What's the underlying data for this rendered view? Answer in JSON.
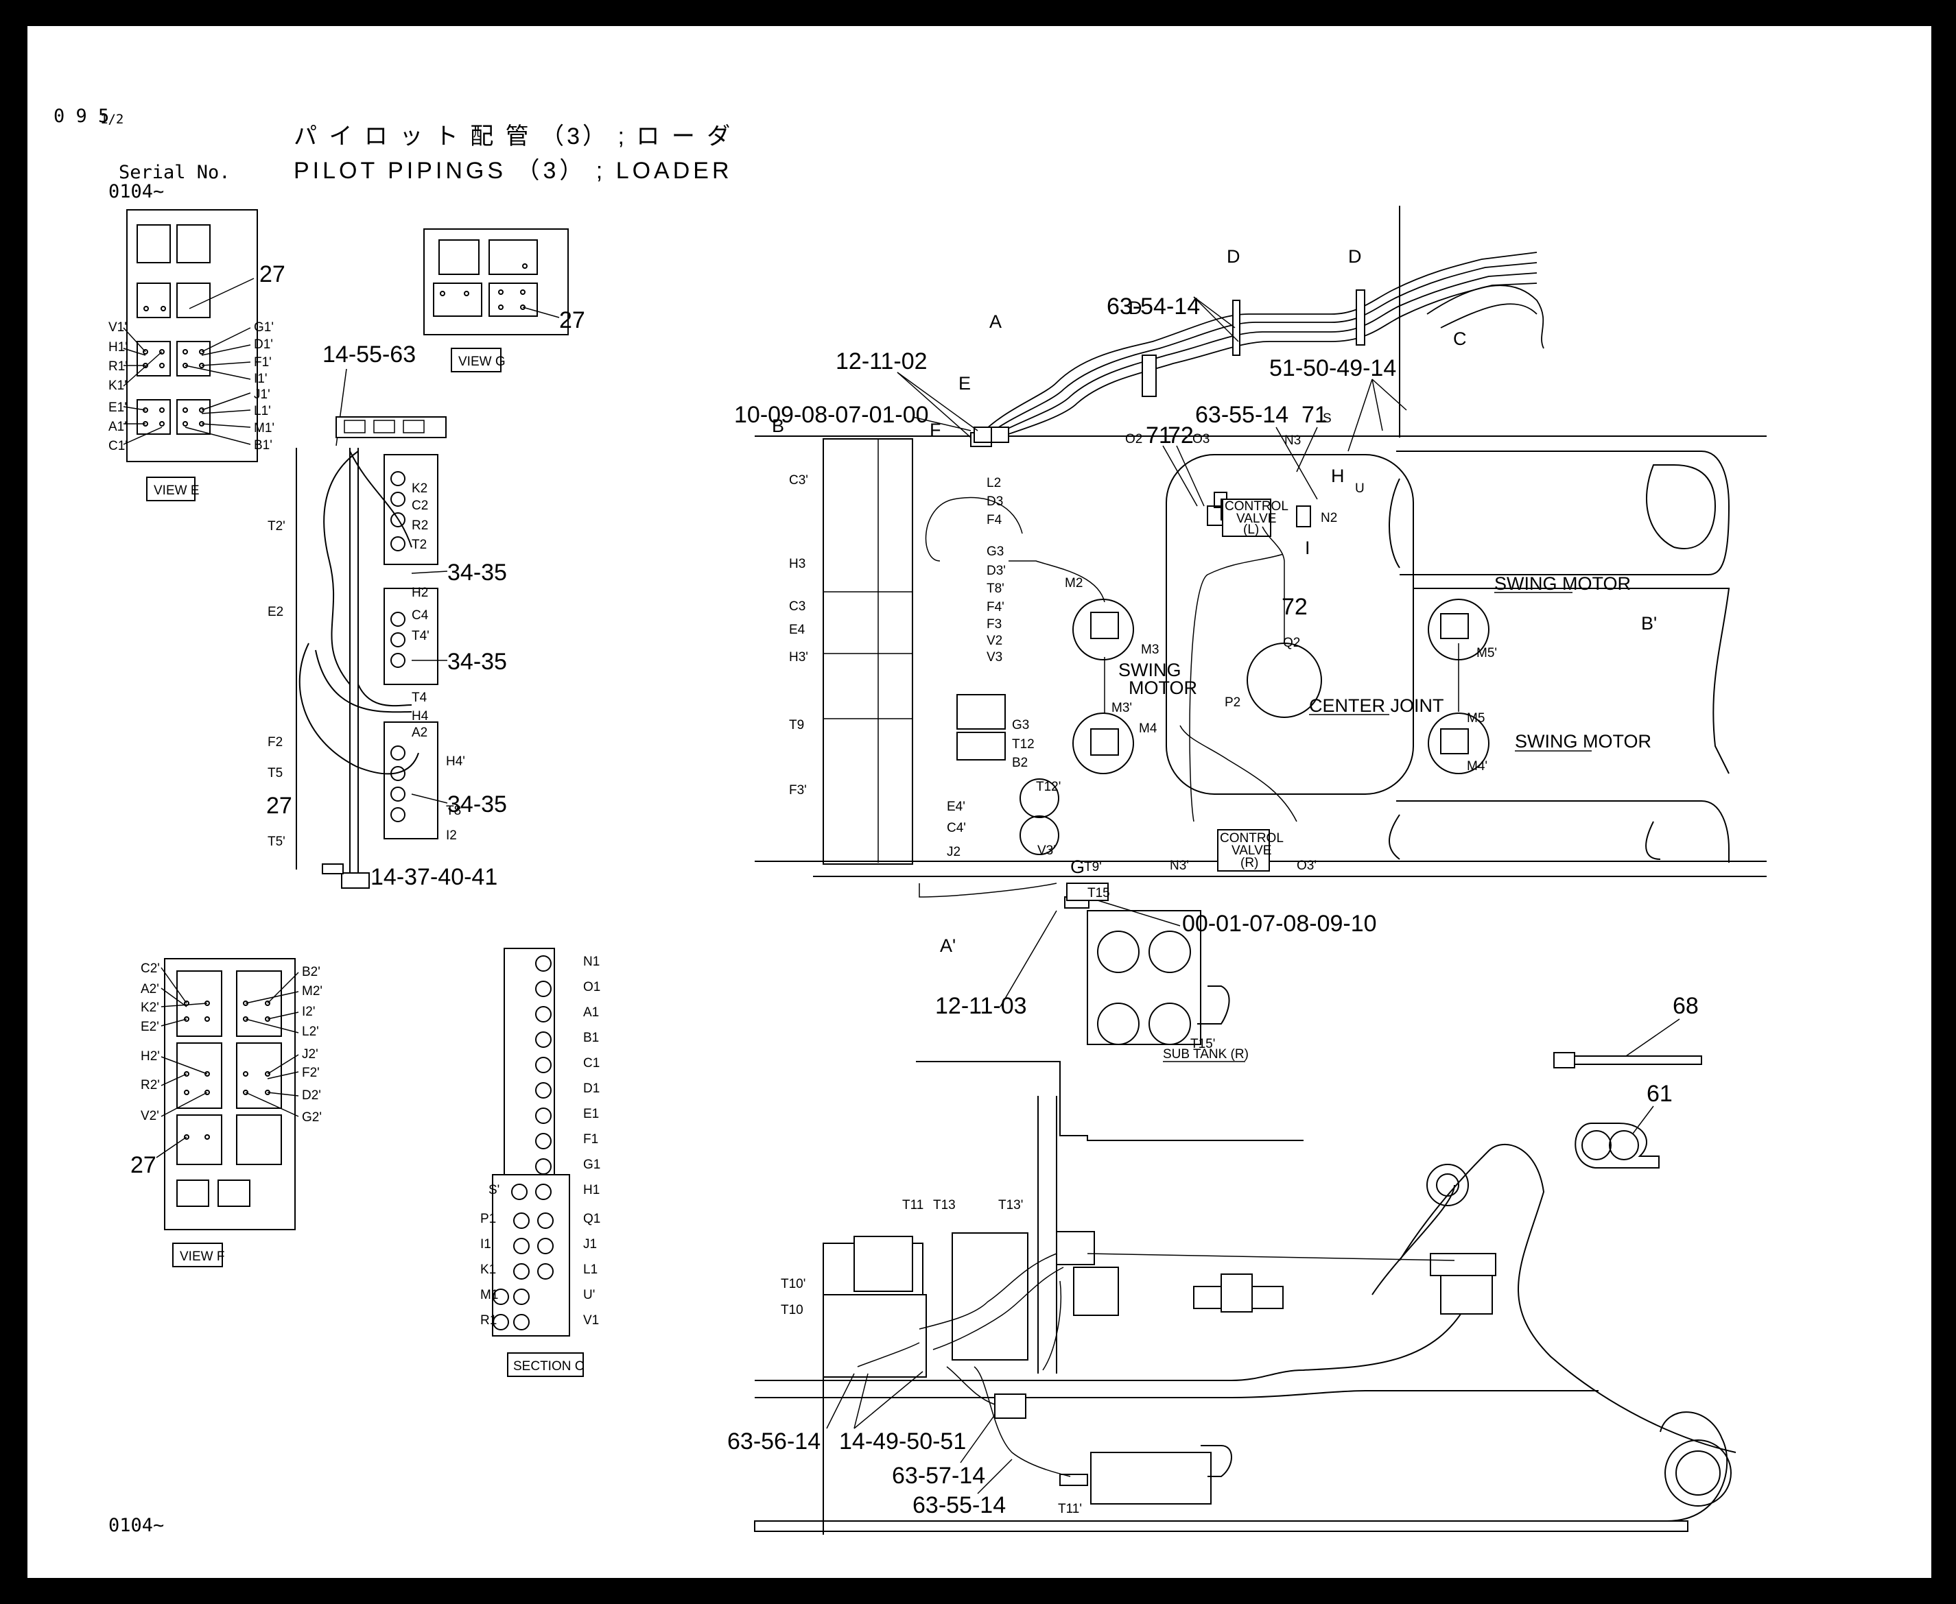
{
  "header": {
    "page_code": "0 9 5",
    "page_fraction": "1/2",
    "title_jp": "パ イ ロ ッ ト 配 管 （3） ; ロ ー ダ",
    "title_en": "PILOT PIPINGS （3） ; LOADER",
    "serial_label": "Serial No.",
    "serial_value": "0104~"
  },
  "footer": {
    "serial": "0104~"
  },
  "views": {
    "view_e": "VIEW E",
    "view_g": "VIEW G",
    "view_f": "VIEW F",
    "section_c": "SECTION C"
  },
  "components": {
    "control_valve_l": [
      "CONTROL",
      "VALVE",
      "(L)"
    ],
    "control_valve_r": [
      "CONTROL",
      "VALVE",
      "(R)"
    ],
    "swing_motor": "SWING MOTOR",
    "swing_motor_split": [
      "SWING",
      "MOTOR"
    ],
    "center_joint": "CENTER JOINT",
    "sub_tank": "SUB TANK (R)"
  },
  "part_callouts": {
    "p27": "27",
    "p14_55_63": "14-55-63",
    "p34_35": "34-35",
    "p14_37_40_41": "14-37-40-41",
    "p63_54_14": "63-54-14",
    "p12_11_02": "12-11-02",
    "p10_09_08": "10-09-08-07-01-00",
    "p51_50_49_14": "51-50-49-14",
    "p63_55_14": "63-55-14",
    "p71": "71",
    "p72": "72",
    "p00_01_07": "00-01-07-08-09-10",
    "p12_11_03": "12-11-03",
    "p68": "68",
    "p61": "61",
    "p63_56_14": "63-56-14",
    "p14_49_50_51": "14-49-50-51",
    "p63_57_14": "63-57-14"
  },
  "section_marks": {
    "a": "A",
    "a_prime": "A'",
    "b": "B",
    "b_prime": "B'",
    "c": "C",
    "d": "D",
    "e": "E",
    "f": "F",
    "g": "G",
    "h": "H",
    "i": "I"
  },
  "port_labels": {
    "view_e_left": [
      "V1'",
      "H1'",
      "R1'",
      "K1'",
      "E1'",
      "A1'",
      "C1'"
    ],
    "view_e_right": [
      "G1'",
      "D1'",
      "F1'",
      "I1'",
      "J1'",
      "L1'",
      "M1'",
      "B1'"
    ],
    "view_f_left": [
      "C2'",
      "A2'",
      "K2'",
      "E2'",
      "H2'",
      "R2'",
      "V2'"
    ],
    "view_f_right": [
      "B2'",
      "M2'",
      "I2'",
      "L2'",
      "J2'",
      "F2'",
      "D2'",
      "G2'"
    ],
    "section_c_right": [
      "N1",
      "O1",
      "A1",
      "B1",
      "C1",
      "D1",
      "E1",
      "F1",
      "G1",
      "H1",
      "Q1",
      "J1",
      "L1",
      "U'",
      "V1"
    ],
    "section_c_left": [
      "S'",
      "P1",
      "I1",
      "K1",
      "M1",
      "R1"
    ],
    "mid_right": [
      "K2",
      "C2",
      "R2",
      "T2",
      "H2",
      "C4",
      "T4'",
      "T4",
      "H4",
      "A2",
      "H4'",
      "T8",
      "I2"
    ],
    "mid_left": [
      "T2'",
      "E2",
      "F2",
      "T5",
      "T5'"
    ],
    "valve_left": [
      "C3'",
      "H3",
      "C3",
      "E4",
      "H3'",
      "T9",
      "F3'"
    ],
    "valve_right": [
      "L2",
      "D3",
      "F4",
      "G3",
      "D3'",
      "T8'",
      "F4'",
      "F3",
      "V2",
      "V3",
      "G3",
      "T12",
      "B2",
      "E4'",
      "C4'",
      "J2",
      "T12'",
      "V3'",
      "T9'"
    ],
    "swing_upper": [
      "O2",
      "O3",
      "N3",
      "S",
      "U",
      "N2",
      "M2",
      "M3",
      "M3'",
      "M4",
      "Q2",
      "P2",
      "M5'",
      "M5",
      "M4'",
      "N3'",
      "O3'",
      "T15",
      "T15'"
    ],
    "lower": [
      "T11",
      "T13",
      "T13'",
      "T10'",
      "T10",
      "T11'"
    ]
  }
}
